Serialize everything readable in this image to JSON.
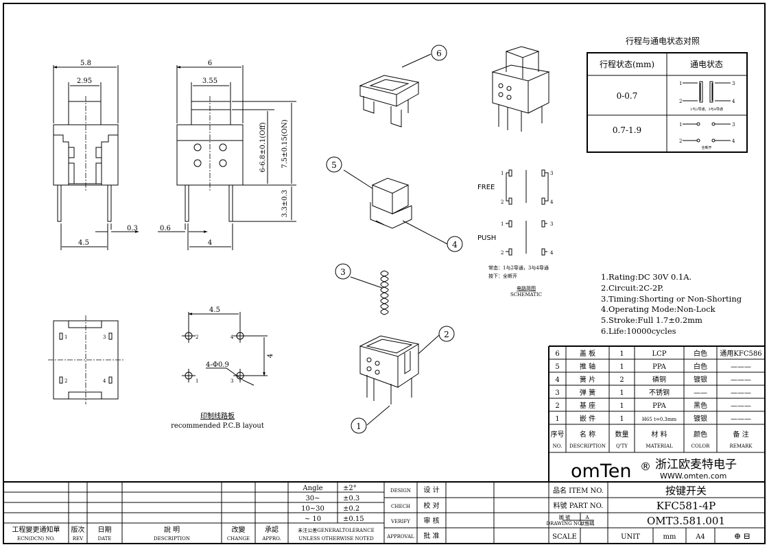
{
  "dimensions": {
    "side_width": "5.8",
    "side_plunger": "2.95",
    "pin_width": "0.3",
    "side_pitch": "4.5",
    "front_width": "6",
    "front_plunger": "3.55",
    "height_off": "6-6.8±0.1(Off)",
    "height_on": "7.5±0.15(ON)",
    "pin_length": "3.3±0.3",
    "pin_thick": "0.6",
    "front_pitch": "4"
  },
  "pcb": {
    "pitch_x": "4.5",
    "pitch_y": "4",
    "holes": "4-Φ0.9",
    "pins": [
      "1",
      "2",
      "3",
      "4"
    ],
    "title_cn": "印制线路板",
    "title_en": "recommended P.C.B layout"
  },
  "callouts": [
    "1",
    "2",
    "3",
    "4",
    "5",
    "6"
  ],
  "state_table": {
    "title": "行程与通电状态对照",
    "headers": [
      "行程状态(mm)",
      "通电状态"
    ],
    "rows": [
      {
        "stroke": "0-0.7",
        "note": "1与2导通，3与4导通"
      },
      {
        "stroke": "0.7-1.9",
        "note": "全断开"
      }
    ],
    "pins": [
      "1",
      "2",
      "3",
      "4"
    ]
  },
  "schematic": {
    "free": "FREE",
    "push": "PUSH",
    "pins": [
      "1",
      "2",
      "3",
      "4"
    ],
    "note1": "常态：1与2导通，3与4导通",
    "note2": "按下：全断开",
    "title_cn": "电路简图",
    "title_en": "SCHEMATIC"
  },
  "specs": [
    "1.Rating:DC 30V 0.1A.",
    "2.Circuit:2C-2P.",
    "3.Timing:Shorting or Non-Shorting",
    "4.Operating Mode:Non-Lock",
    "5.Stroke:Full 1.7±0.2mm",
    "6.Life:10000cycles"
  ],
  "bom": {
    "rows": [
      {
        "no": "6",
        "name": "盖 板",
        "qty": "1",
        "material": "LCP",
        "color": "白色",
        "remark": "通用KFC586"
      },
      {
        "no": "5",
        "name": "推 轴",
        "qty": "1",
        "material": "PPA",
        "color": "白色",
        "remark": "———"
      },
      {
        "no": "4",
        "name": "簧 片",
        "qty": "2",
        "material": "磷铜",
        "color": "镀银",
        "remark": "———"
      },
      {
        "no": "3",
        "name": "弹 簧",
        "qty": "1",
        "material": "不锈钢",
        "color": "——",
        "remark": "———"
      },
      {
        "no": "2",
        "name": "基 座",
        "qty": "1",
        "material": "PPA",
        "color": "黑色",
        "remark": "———"
      },
      {
        "no": "1",
        "name": "嵌 件",
        "qty": "1",
        "material": "H65 t=0.3mm",
        "color": "镀银",
        "remark": "———"
      }
    ],
    "header_cn": [
      "序号",
      "名  称",
      "数量",
      "材  料",
      "颜色",
      "备  注"
    ],
    "header_en": [
      "NO.",
      "DESCRIPTION",
      "Q'TY",
      "MATERIAL",
      "COLOR",
      "REMARK"
    ]
  },
  "company": {
    "logo": "omTen",
    "reg": "®",
    "name": "浙江欧麦特电子",
    "url": "WWW.omten.com"
  },
  "title_block": {
    "tolerance": [
      [
        "Angle",
        "±2°"
      ],
      [
        "30~",
        "±0.3"
      ],
      [
        "10~30",
        "±0.2"
      ],
      [
        "~ 10",
        "±0.15"
      ]
    ],
    "tol_note1": "未注公差GENERALTOLERANCE",
    "tol_note2": "UNLESS OTHERWISE NOTED",
    "revision_headers": [
      [
        "工程變更通知單",
        "ECN(DCN) NO."
      ],
      [
        "版次",
        "REV"
      ],
      [
        "日期",
        "DATE"
      ],
      [
        "說 明",
        "DESCRIPTION"
      ],
      [
        "改變",
        "CHANGE"
      ],
      [
        "承認",
        "APPRO."
      ]
    ],
    "sign": [
      [
        "DESIGN",
        "设 计"
      ],
      [
        "CHECH",
        "校 对"
      ],
      [
        "VERIFY",
        "审 核"
      ],
      [
        "APPROVAL",
        "批 准"
      ]
    ],
    "item_label": "品名 ITEM NO.",
    "item": "按键开关",
    "part_label": "料號 PART NO.",
    "part": "KFC581-4P",
    "drawing_label_cn": "圖  號",
    "drawing_label_en": "DRAWING NO.",
    "drawing_rev": "A",
    "drawing_state": "狀態碼",
    "drawing": "OMT3.581.001",
    "scale_label": "SCALE",
    "unit_label": "UNIT",
    "unit": "mm",
    "size": "A4"
  }
}
